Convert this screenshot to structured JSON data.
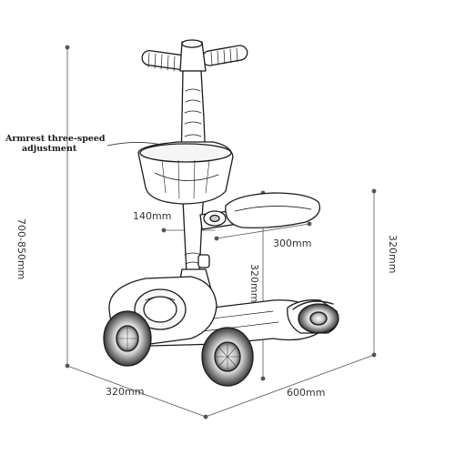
{
  "annotation": {
    "line1": "Armrest three-speed",
    "line2": "adjustment"
  },
  "dimensions": {
    "overall_height": "700-850mm",
    "handle_width": "140mm",
    "seat_length": "300mm",
    "seat_height_inner": "320mm",
    "seat_height_outer": "320mm",
    "base_width": "320mm",
    "base_length": "600mm"
  },
  "colors": {
    "line": "#1b1b1b",
    "light_line": "#777777",
    "wheel_light": "#f4f4f4",
    "wheel_dark": "#2a2a2a"
  }
}
